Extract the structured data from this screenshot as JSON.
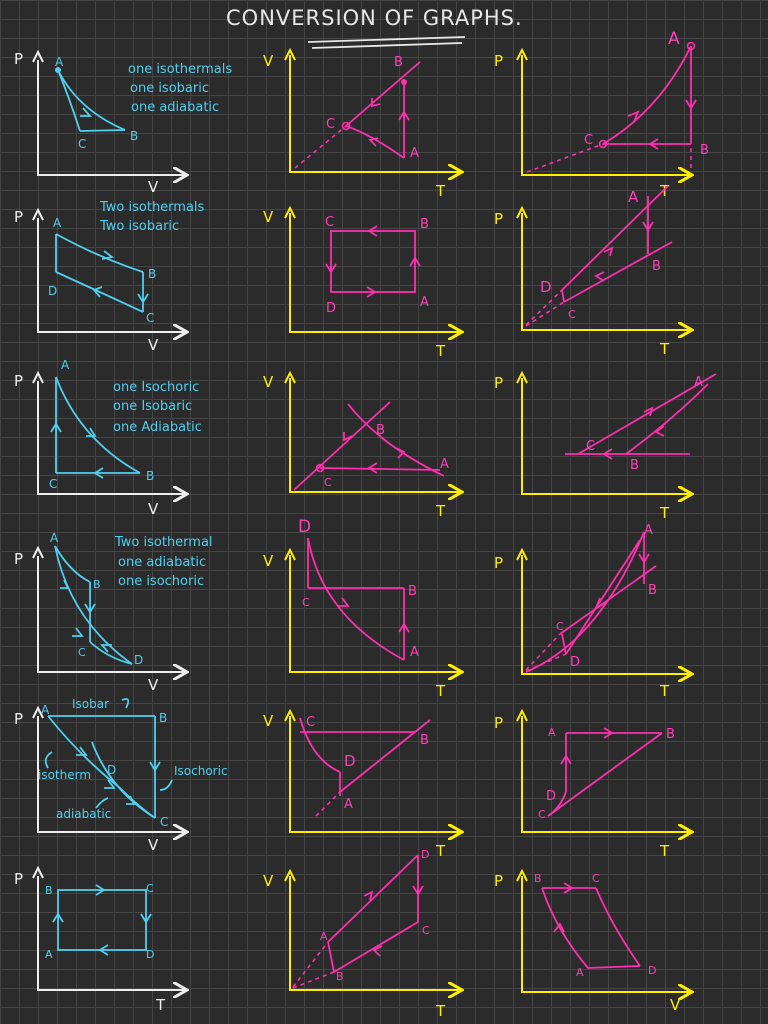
{
  "title": "CONVERSION OF GRAPHS.",
  "colors": {
    "background": "#2b2b2b",
    "grid": "#454545",
    "pv_axes": "#eeeeee",
    "vt_axes": "#ffee00",
    "cyan": "#4fd0f0",
    "magenta": "#ff2fb0"
  },
  "rows": [
    {
      "notes": [
        "one isothermals",
        "one isobaric",
        "one adiabatic"
      ],
      "pv": {
        "y_axis": "P",
        "x_axis": "V",
        "points": [
          "A",
          "B",
          "C"
        ]
      },
      "vt": {
        "y_axis": "V",
        "x_axis": "T",
        "points": [
          "A",
          "B",
          "C"
        ]
      },
      "pt": {
        "y_axis": "P",
        "x_axis": "T",
        "points": [
          "A",
          "B",
          "C"
        ]
      }
    },
    {
      "notes": [
        "Two isothermals",
        "Two isobaric"
      ],
      "pv": {
        "y_axis": "P",
        "x_axis": "V",
        "points": [
          "A",
          "B",
          "C",
          "D"
        ]
      },
      "vt": {
        "y_axis": "V",
        "x_axis": "T",
        "points": [
          "A",
          "B",
          "C",
          "D"
        ]
      },
      "pt": {
        "y_axis": "P",
        "x_axis": "T",
        "points": [
          "A",
          "B",
          "C",
          "D"
        ]
      }
    },
    {
      "notes": [
        "one Isochoric",
        "one Isobaric",
        "one Adiabatic"
      ],
      "pv": {
        "y_axis": "P",
        "x_axis": "V",
        "points": [
          "A",
          "B",
          "C"
        ]
      },
      "vt": {
        "y_axis": "V",
        "x_axis": "T",
        "points": [
          "A",
          "B",
          "C"
        ]
      },
      "pt": {
        "y_axis": "P",
        "x_axis": "T",
        "points": [
          "A",
          "B",
          "C"
        ]
      }
    },
    {
      "notes": [
        "Two isothermal",
        "one adiabatic",
        "one isochoric"
      ],
      "pv": {
        "y_axis": "P",
        "x_axis": "V",
        "points": [
          "A",
          "B",
          "C",
          "D"
        ]
      },
      "vt": {
        "y_axis": "V",
        "x_axis": "T",
        "points": [
          "A",
          "B",
          "C",
          "D"
        ]
      },
      "pt": {
        "y_axis": "P",
        "x_axis": "T",
        "points": [
          "A",
          "B",
          "C",
          "D"
        ]
      }
    },
    {
      "notes": [],
      "annotations": [
        "Isobar",
        "isotherm",
        "Isochoric",
        "adiabatic"
      ],
      "pv": {
        "y_axis": "P",
        "x_axis": "V",
        "points": [
          "A",
          "B",
          "C",
          "D"
        ]
      },
      "vt": {
        "y_axis": "V",
        "x_axis": "T",
        "points": [
          "A",
          "B",
          "C",
          "D"
        ]
      },
      "pt": {
        "y_axis": "P",
        "x_axis": "T",
        "points": [
          "A",
          "B",
          "C",
          "D"
        ]
      }
    },
    {
      "notes": [],
      "pv": {
        "y_axis": "P",
        "x_axis": "T",
        "points": [
          "A",
          "B",
          "C",
          "D"
        ]
      },
      "vt": {
        "y_axis": "V",
        "x_axis": "T",
        "points": [
          "A",
          "B",
          "C",
          "D"
        ]
      },
      "pt": {
        "y_axis": "P",
        "x_axis": "V",
        "points": [
          "A",
          "B",
          "C",
          "D"
        ]
      }
    }
  ]
}
